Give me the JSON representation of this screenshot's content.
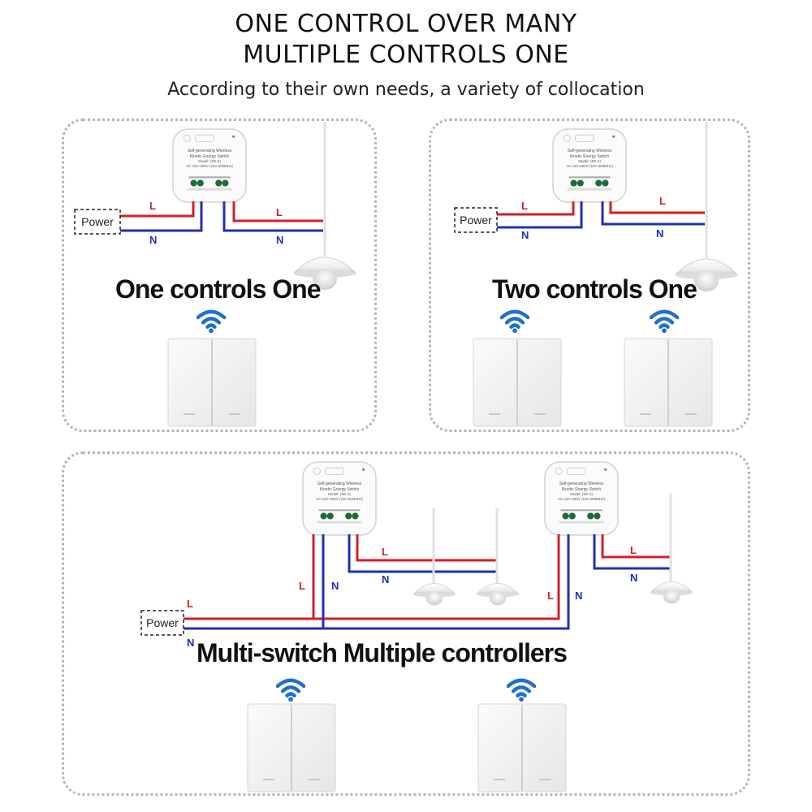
{
  "header": {
    "title_line1": "ONE CONTROL OVER MANY",
    "title_line2": "MULTIPLE CONTROLS ONE",
    "subtitle": "According to their own needs, a variety of collocation"
  },
  "panels": {
    "one_controls_one": {
      "caption": "One controls One"
    },
    "two_controls_one": {
      "caption": "Two controls One"
    },
    "multi_switch": {
      "caption": "Multi-switch Multiple controllers"
    }
  },
  "labels": {
    "power": "Power",
    "live": "L",
    "neutral": "N"
  },
  "receiver": {
    "line1": "Self-generating Wireless",
    "line2": "Kinetic Energy Switch",
    "line3": "Model: (SE-2)",
    "line4": "AC 110~250V (10A 50/60Hz)"
  },
  "colors": {
    "live_wire": "#d21f2a",
    "neutral_wire": "#1f2fb5",
    "wifi": "#1e6fcf",
    "panel_border": "#b5b5b5"
  },
  "icons": [
    "wifi-icon",
    "ceiling-lamp-icon",
    "wall-switch-icon",
    "receiver-module-icon"
  ]
}
